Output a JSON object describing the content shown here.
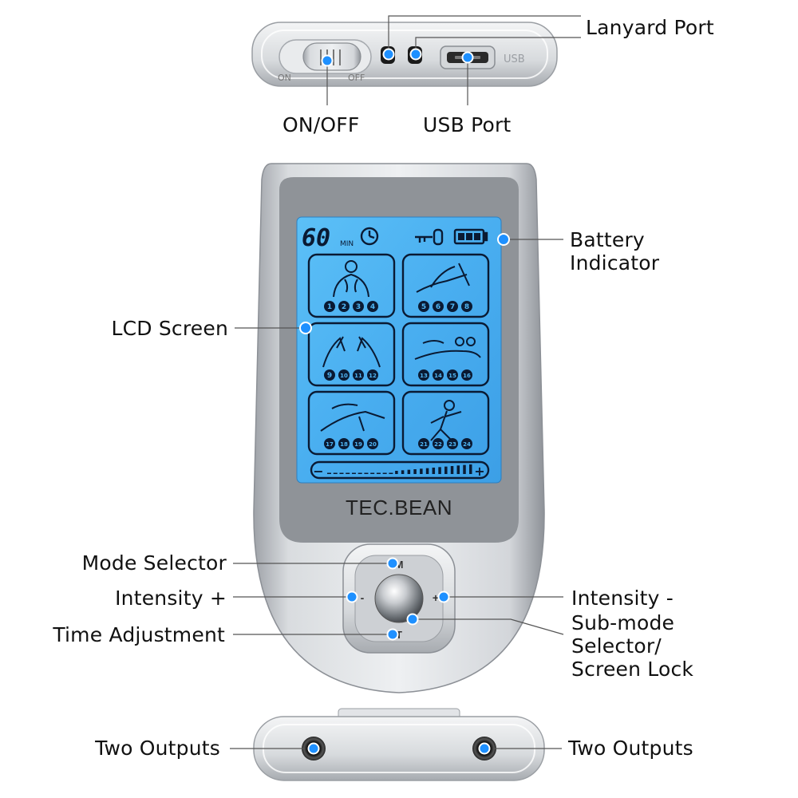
{
  "device": {
    "brand": "TEC.BEAN",
    "timer_value": "60",
    "timer_unit": "MIN",
    "switch_on_label": "ON",
    "switch_off_label": "OFF",
    "usb_label": "USB",
    "button_mode": "M",
    "button_minus": "-",
    "button_plus": "+",
    "button_time": "T",
    "intensity_minus_symbol": "−",
    "intensity_plus_symbol": "+",
    "mode_groups": [
      {
        "numbers": [
          "1",
          "2",
          "3",
          "4"
        ]
      },
      {
        "numbers": [
          "5",
          "6",
          "7",
          "8"
        ]
      },
      {
        "numbers": [
          "9",
          "10",
          "11",
          "12"
        ]
      },
      {
        "numbers": [
          "13",
          "14",
          "15",
          "16"
        ]
      },
      {
        "numbers": [
          "17",
          "18",
          "19",
          "20"
        ]
      },
      {
        "numbers": [
          "21",
          "22",
          "23",
          "24"
        ]
      }
    ],
    "intensity_level": 0.55
  },
  "labels": {
    "lanyard_port": "Lanyard Port",
    "on_off": "ON/OFF",
    "usb_port": "USB Port",
    "battery_line1": "Battery",
    "battery_line2": "Indicator",
    "lcd_screen": "LCD Screen",
    "mode_selector": "Mode Selector",
    "intensity_plus": "Intensity +",
    "time_adjustment": "Time Adjustment",
    "intensity_minus": "Intensity -",
    "submode_line1": "Sub-mode",
    "submode_line2": "Selector/",
    "submode_line3": "Screen Lock",
    "two_outputs_left": "Two Outputs",
    "two_outputs_right": "Two Outputs"
  },
  "colors": {
    "marker": "#1e90ff",
    "lcd_bg": "#4fb4f2",
    "lcd_ink": "#0a1a33",
    "silver": "#c9ccd1",
    "bezel": "#8f9398"
  }
}
